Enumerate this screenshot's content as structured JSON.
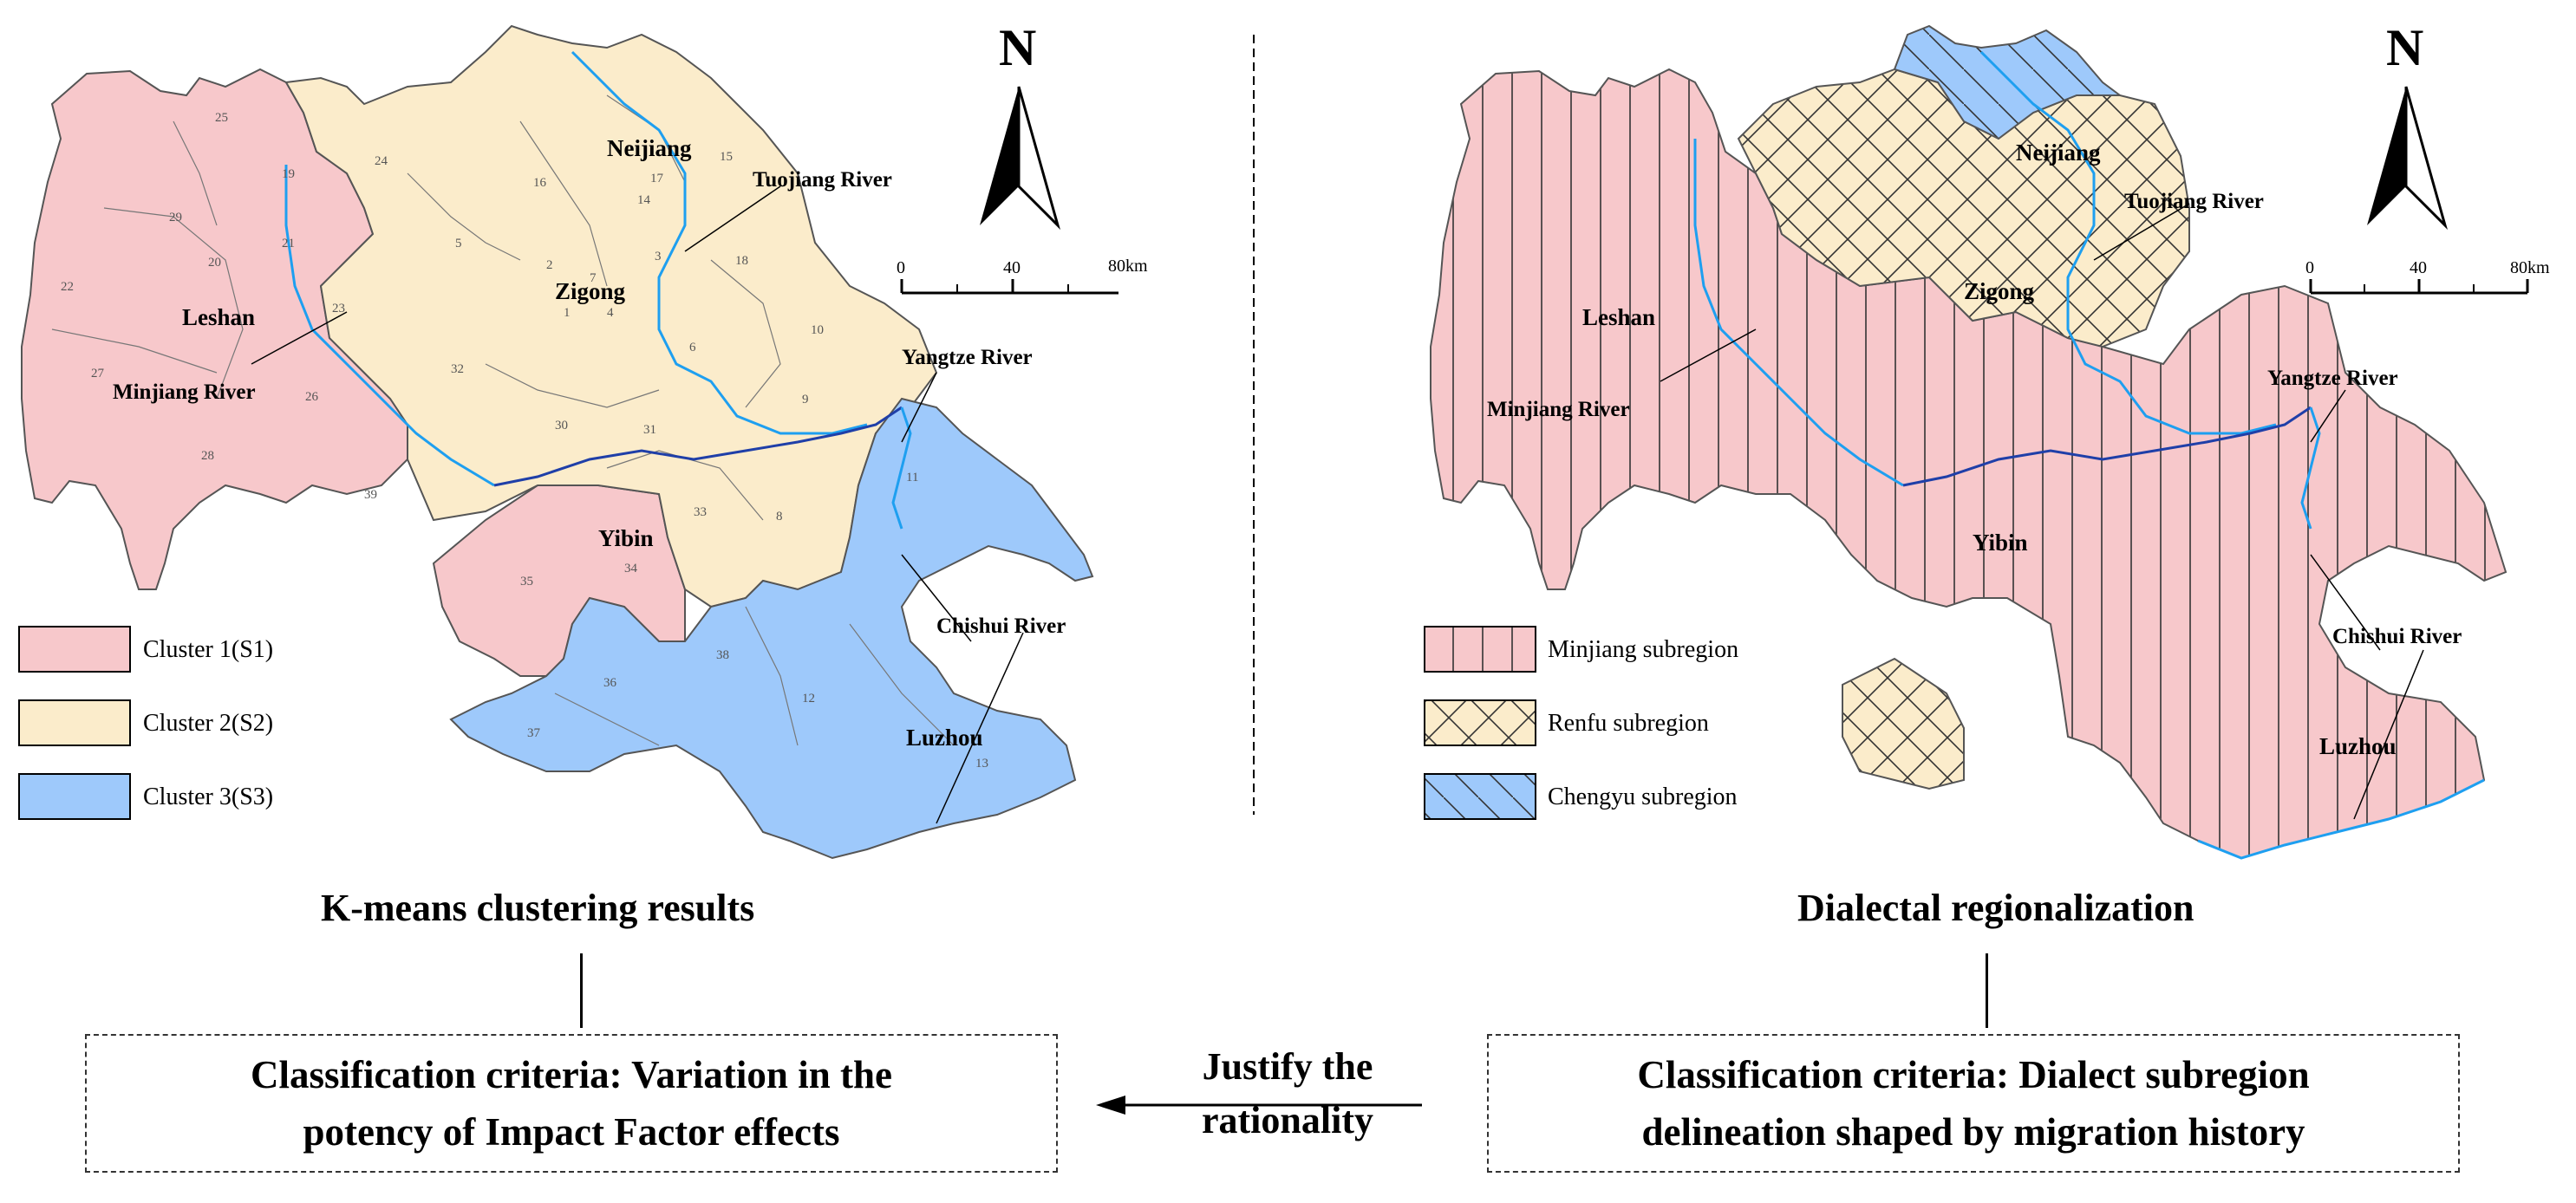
{
  "left_panel": {
    "cities": {
      "neijiang": "Neijiang",
      "zigong": "Zigong",
      "leshan": "Leshan",
      "yibin": "Yibin",
      "luzhou": "Luzhou"
    },
    "rivers": {
      "tuojiang": "Tuojiang River",
      "minjiang": "Minjiang River",
      "yangtze": "Yangtze River",
      "chishui": "Chishui River"
    },
    "district_numbers": [
      "1",
      "2",
      "3",
      "4",
      "5",
      "6",
      "7",
      "8",
      "9",
      "10",
      "11",
      "12",
      "13",
      "14",
      "15",
      "16",
      "17",
      "18",
      "19",
      "20",
      "21",
      "22",
      "23",
      "24",
      "25",
      "26",
      "27",
      "28",
      "29",
      "30",
      "31",
      "32",
      "33",
      "34",
      "35",
      "36",
      "37",
      "38",
      "39"
    ],
    "north": "N",
    "scale": {
      "tick0": "0",
      "tick1": "40",
      "tick2": "80km"
    },
    "legend": [
      {
        "label": "Cluster 1(S1)",
        "color": "#f7c8cb"
      },
      {
        "label": "Cluster 2(S2)",
        "color": "#fbeccb"
      },
      {
        "label": "Cluster 3(S3)",
        "color": "#9ec9fb"
      }
    ],
    "caption": "K-means clustering results",
    "criteria": {
      "line1": "Classification criteria: Variation in the",
      "line2": "potency of Impact Factor effects"
    }
  },
  "right_panel": {
    "cities": {
      "neijiang": "Neijiang",
      "zigong": "Zigong",
      "leshan": "Leshan",
      "yibin": "Yibin",
      "luzhou": "Luzhou"
    },
    "rivers": {
      "tuojiang": "Tuojiang River",
      "minjiang": "Minjiang River",
      "yangtze": "Yangtze River",
      "chishui": "Chishui River"
    },
    "north": "N",
    "scale": {
      "tick0": "0",
      "tick1": "40",
      "tick2": "80km"
    },
    "legend": [
      {
        "label": "Minjiang subregion",
        "color": "#f7c8cb",
        "pattern": "vertical-lines"
      },
      {
        "label": "Renfu subregion",
        "color": "#fbeccb",
        "pattern": "crosshatch"
      },
      {
        "label": "Chengyu subregion",
        "color": "#9ec9fb",
        "pattern": "diagonal-lines"
      }
    ],
    "caption": "Dialectal regionalization",
    "criteria": {
      "line1": "Classification criteria: Dialect subregion",
      "line2": "delineation shaped by migration history"
    }
  },
  "connector": {
    "line1": "Justify the",
    "line2": "rationality"
  },
  "colors": {
    "cluster1": "#f7c8cb",
    "cluster2": "#fbeccb",
    "cluster3": "#9ec9fb",
    "river": "#1e9ff0",
    "yangtze": "#1f3fa8",
    "border": "#555555"
  }
}
